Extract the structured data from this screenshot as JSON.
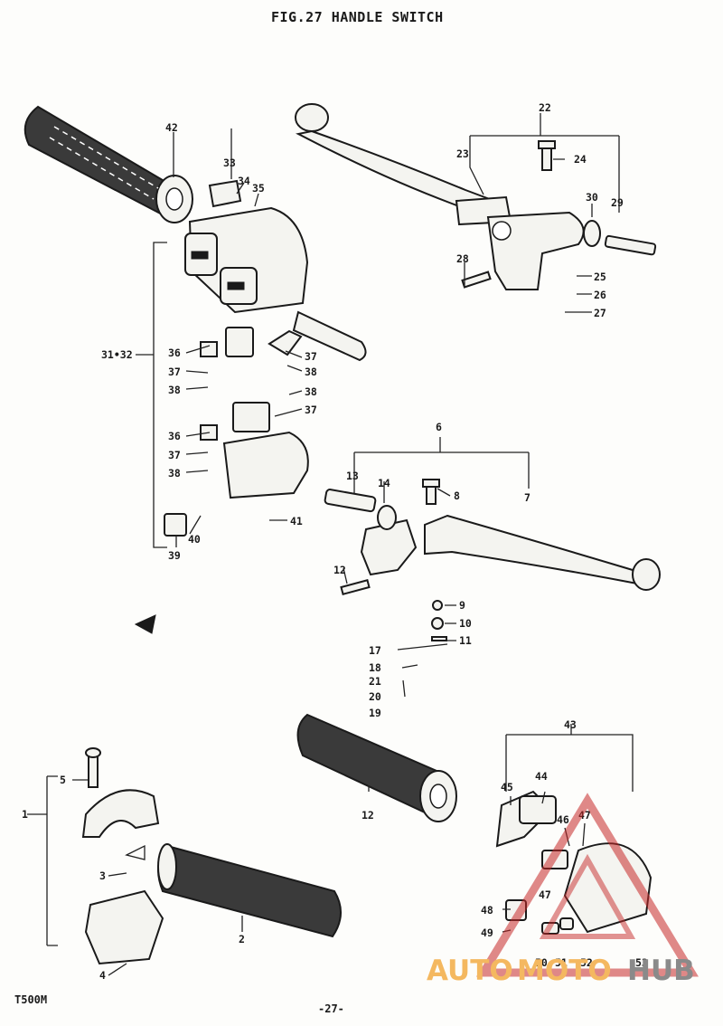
{
  "header": {
    "title": "FIG.27  HANDLE SWITCH"
  },
  "footer": {
    "model": "T500M",
    "page": "-27-"
  },
  "watermark": {
    "word_part_a": "AUTO",
    "word_part_b": "MOTO",
    "word_part_c": "HUB",
    "colors": {
      "orange": "#f4b860",
      "red": "#c62828",
      "gray": "#8a8a8a"
    }
  },
  "callouts": {
    "c1": "1",
    "c2": "2",
    "c3": "3",
    "c4": "4",
    "c5": "5",
    "c6": "6",
    "c7": "7",
    "c8": "8",
    "c9": "9",
    "c10": "10",
    "c11": "11",
    "c12a": "12",
    "c12b": "12",
    "c13": "13",
    "c14": "14",
    "c17": "17",
    "c18": "18",
    "c19": "19",
    "c20": "20",
    "c21": "21",
    "c22": "22",
    "c23": "23",
    "c24": "24",
    "c25": "25",
    "c26": "26",
    "c27": "27",
    "c28": "28",
    "c29": "29",
    "c30": "30",
    "c3132": "31•32",
    "c33": "33",
    "c34": "34",
    "c35": "35",
    "c36a": "36",
    "c36b": "36",
    "c37a": "37",
    "c37b": "37",
    "c37c": "37",
    "c37d": "37",
    "c38a": "38",
    "c38b": "38",
    "c38c": "38",
    "c38d": "38",
    "c39": "39",
    "c40": "40",
    "c41": "41",
    "c42": "42",
    "c43": "43",
    "c44": "44",
    "c45": "45",
    "c46": "46",
    "c47a": "47",
    "c47b": "47",
    "c48": "48",
    "c49": "49",
    "c50": "50",
    "c51": "51",
    "c52": "52",
    "c53": "53"
  }
}
